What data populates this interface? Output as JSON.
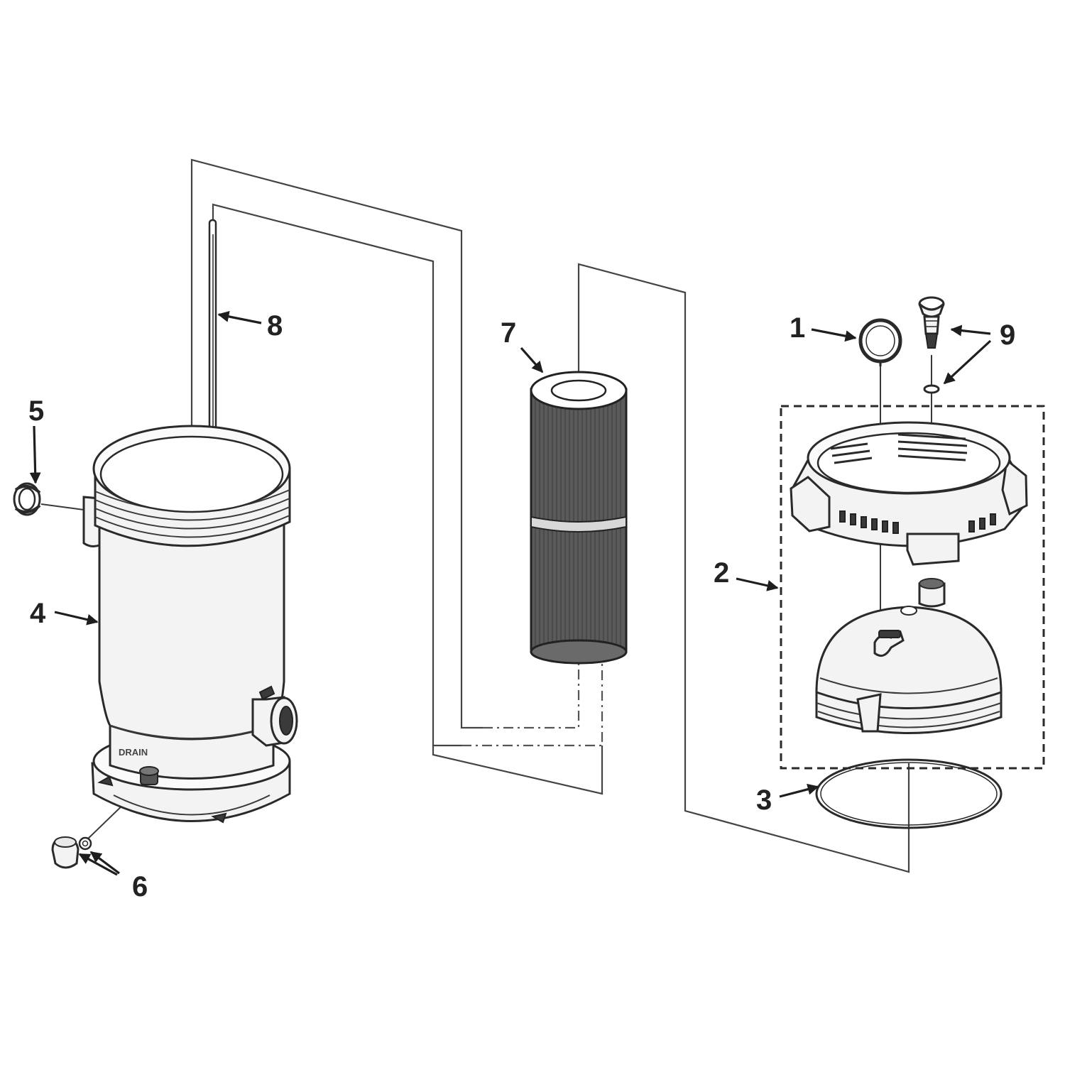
{
  "diagram": {
    "kind": "exploded-parts-view",
    "stroke_color": "#2a2a2a",
    "background_color": "#ffffff",
    "callouts": [
      {
        "id": "1",
        "label": "1"
      },
      {
        "id": "2",
        "label": "2"
      },
      {
        "id": "3",
        "label": "3"
      },
      {
        "id": "4",
        "label": "4"
      },
      {
        "id": "5",
        "label": "5"
      },
      {
        "id": "6",
        "label": "6"
      },
      {
        "id": "7",
        "label": "7"
      },
      {
        "id": "8",
        "label": "8"
      },
      {
        "id": "9",
        "label": "9"
      }
    ],
    "tank_base_marking": "DRAIN"
  }
}
